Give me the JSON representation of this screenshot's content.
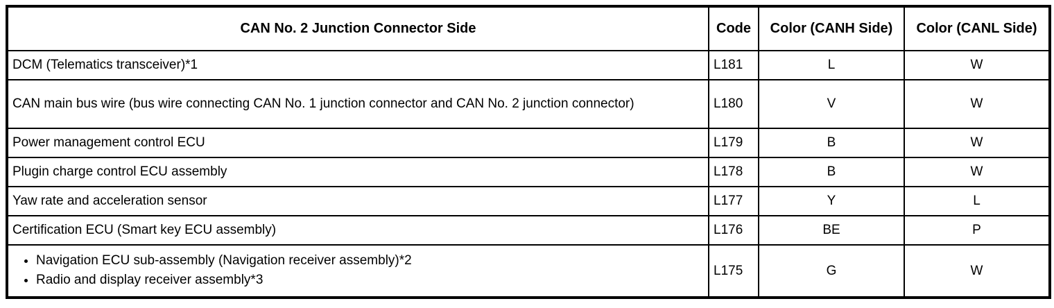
{
  "table": {
    "headers": {
      "description": "CAN No. 2 Junction Connector Side",
      "code": "Code",
      "canh": "Color (CANH Side)",
      "canl": "Color (CANL Side)"
    },
    "rows": [
      {
        "description": "DCM (Telematics transceiver)*1",
        "code": "L181",
        "canh": "L",
        "canl": "W"
      },
      {
        "description": "CAN main bus wire (bus wire connecting CAN No. 1 junction connector and CAN No. 2 junction connector)",
        "code": "L180",
        "canh": "V",
        "canl": "W"
      },
      {
        "description": "Power management control ECU",
        "code": "L179",
        "canh": "B",
        "canl": "W"
      },
      {
        "description": "Plugin charge control ECU assembly",
        "code": "L178",
        "canh": "B",
        "canl": "W"
      },
      {
        "description": "Yaw rate and acceleration sensor",
        "code": "L177",
        "canh": "Y",
        "canl": "L"
      },
      {
        "description": "Certification ECU (Smart key ECU assembly)",
        "code": "L176",
        "canh": "BE",
        "canl": "P"
      },
      {
        "bullets": [
          "Navigation ECU sub-assembly (Navigation receiver assembly)*2",
          "Radio and display receiver assembly*3"
        ],
        "code": "L175",
        "canh": "G",
        "canl": "W"
      }
    ],
    "colors": {
      "border": "#000000",
      "background": "#ffffff",
      "text": "#000000"
    }
  }
}
